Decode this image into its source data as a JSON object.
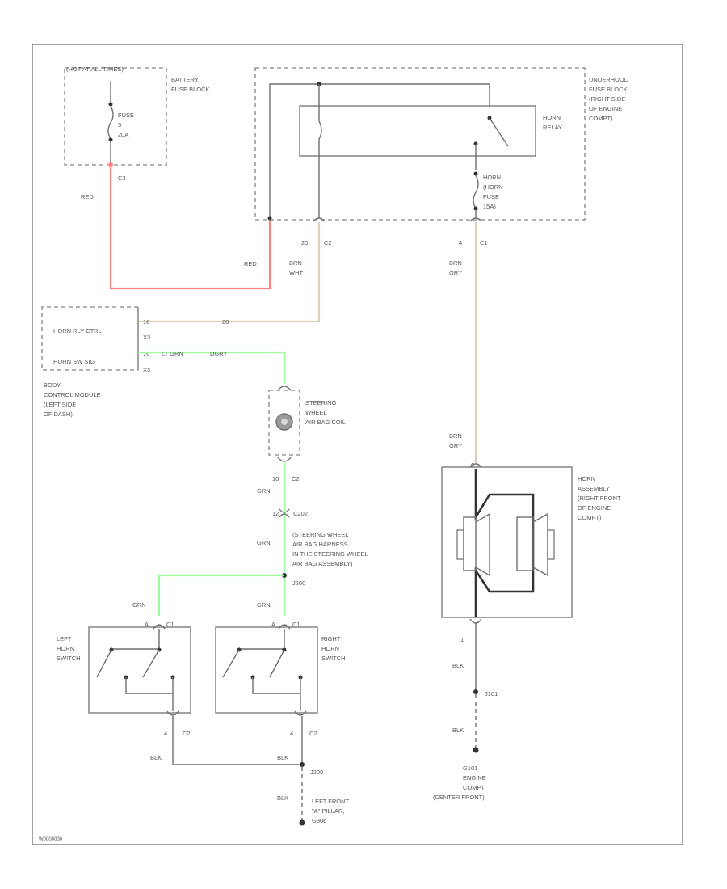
{
  "colors": {
    "red_wire": "#ff8080",
    "green_wire": "#99ff99",
    "tan_wire": "#d9d2b8",
    "ink": "#555555"
  },
  "battery_fuse_block": {
    "hot_label": "(HOT AT ALL TIMES)",
    "title_line1": "BATTERY",
    "title_line2": "FUSE BLOCK",
    "fuse_line1": "FUSE",
    "fuse_line2": "5",
    "fuse_line3": "20A",
    "connector": "C3"
  },
  "underhood_fuse_block": {
    "line1": "UNDERHOOD",
    "line2": "FUSE BLOCK",
    "line3": "(RIGHT SIDE",
    "line4": "OF ENGINE",
    "line5": "COMPT)"
  },
  "horn_relay": {
    "line1": "HORN",
    "line2": "RELAY"
  },
  "horn_fuse": {
    "line1": "HORN",
    "line2": "(HORN",
    "line3": "FUSE",
    "line4": "15A)"
  },
  "pins": {
    "relay_left_pin": "20",
    "relay_left_conn": "C2",
    "relay_right_pin": "4",
    "relay_right_conn": "C1",
    "coil_pin": "10",
    "coil_conn": "C2",
    "c202_pin": "12",
    "c202_label": "C202",
    "horn_top_pin": "A",
    "horn_bottom_pin": "1",
    "left_switch_pin": "A",
    "left_switch_conn": "C1",
    "right_switch_pin": "A",
    "right_switch_conn": "C1",
    "left_switch_bottom_pin": "4",
    "left_switch_bottom_conn": "C2",
    "right_switch_bottom_pin": "4",
    "right_switch_bottom_conn": "C2"
  },
  "wires": {
    "red_top": "RED",
    "red_mid": "RED",
    "brn_wht_1": "BRN",
    "brn_wht_2": "WHT",
    "brn_gry_1": "BRN",
    "brn_gry_2": "GRY",
    "brn_gry_3": "BRN",
    "brn_gry_4": "GRY",
    "bcm_top": "BRN/WHT",
    "bcm_bottom": "LT GRN",
    "bcm_bottom2": "DGRY",
    "grn_1": "GRN",
    "grn_2": "GRN",
    "grn_left": "GRN",
    "grn_right": "GRN",
    "blk_horn": "BLK",
    "blk_horn2": "BLK",
    "blk_left": "BLK",
    "blk_right": "BLK",
    "blk_bottom": "BLK"
  },
  "bcm": {
    "row1": "HORN RLY CTRL",
    "row2": "HORN SW SIG",
    "pin1": "16",
    "pin1b": "X3",
    "pin2": "16",
    "pin2b": "X3",
    "mid_pin": "28",
    "label1": "BODY",
    "label2": "CONTROL MODULE",
    "label3": "(LEFT SIDE",
    "label4": "OF DASH)"
  },
  "steering_coil": {
    "line1": "STEERING",
    "line2": "WHEEL",
    "line3": "AIR BAG COIL"
  },
  "splice": {
    "line1": "(STEERING WHEEL",
    "line2": "AIR BAG HARNESS",
    "line3": "IN THE STEERING WHEEL",
    "line4": "AIR BAG ASSEMBLY)",
    "line5": "J200"
  },
  "horn_assembly": {
    "line1": "HORN",
    "line2": "ASSEMBLY",
    "line3": "(RIGHT FRONT",
    "line4": "OF ENGINE",
    "line5": "COMPT)"
  },
  "left_horn_switch": {
    "line1": "LEFT",
    "line2": "HORN",
    "line3": "SWITCH"
  },
  "right_horn_switch": {
    "line1": "RIGHT",
    "line2": "HORN",
    "line3": "SWITCH"
  },
  "ground_left": {
    "splice": "J200",
    "line1": "LEFT FRONT",
    "line2": "\"A\" PILLAR,",
    "line3": "G306"
  },
  "ground_right": {
    "splice": "J101",
    "line1": "G101",
    "line2": "ENGINE",
    "line3": "COMPT",
    "line4": "(CENTER FRONT)"
  },
  "footer_code": "W0000000"
}
